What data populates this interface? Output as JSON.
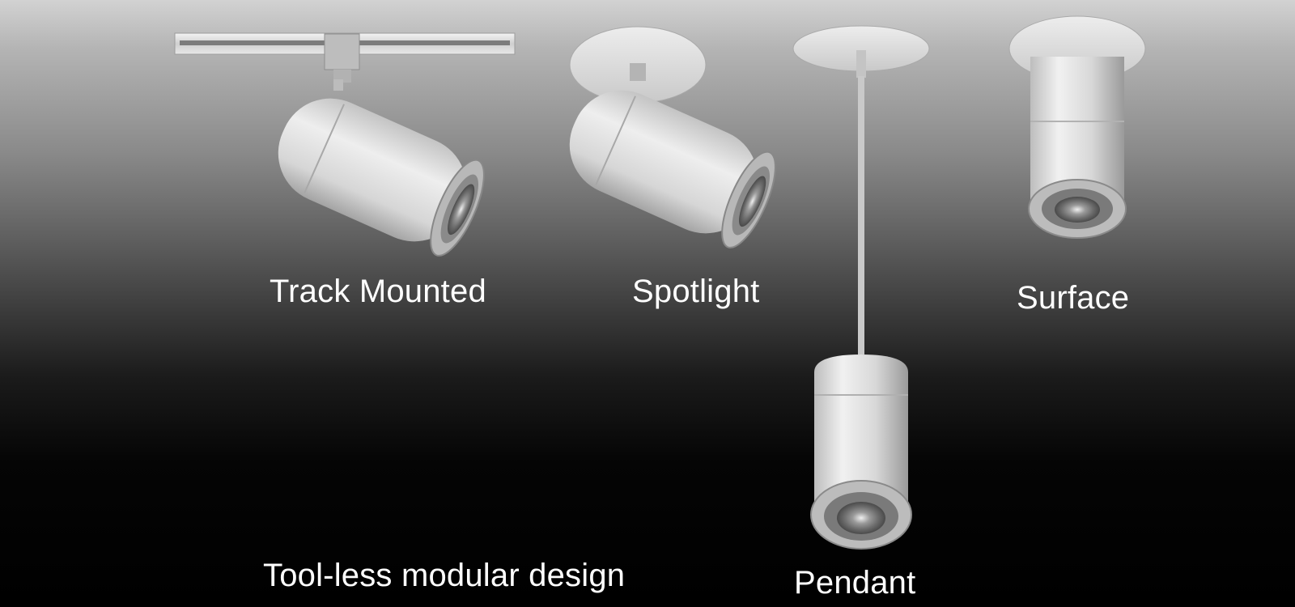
{
  "labels": {
    "track_mounted": "Track Mounted",
    "spotlight": "Spotlight",
    "surface": "Surface",
    "pendant": "Pendant",
    "tagline": "Tool-less modular design"
  },
  "colors": {
    "fixture_light": "#eeeeee",
    "fixture_mid": "#cfcfcf",
    "fixture_dark": "#a6a6a6",
    "lens": "#777777",
    "label_text": "#ffffff"
  },
  "fixtures": [
    {
      "name": "track-mounted-fixture",
      "icon": "track-spotlight-icon"
    },
    {
      "name": "spotlight-fixture",
      "icon": "recessed-spotlight-icon"
    },
    {
      "name": "pendant-fixture",
      "icon": "pendant-light-icon"
    },
    {
      "name": "surface-fixture",
      "icon": "surface-downlight-icon"
    }
  ]
}
